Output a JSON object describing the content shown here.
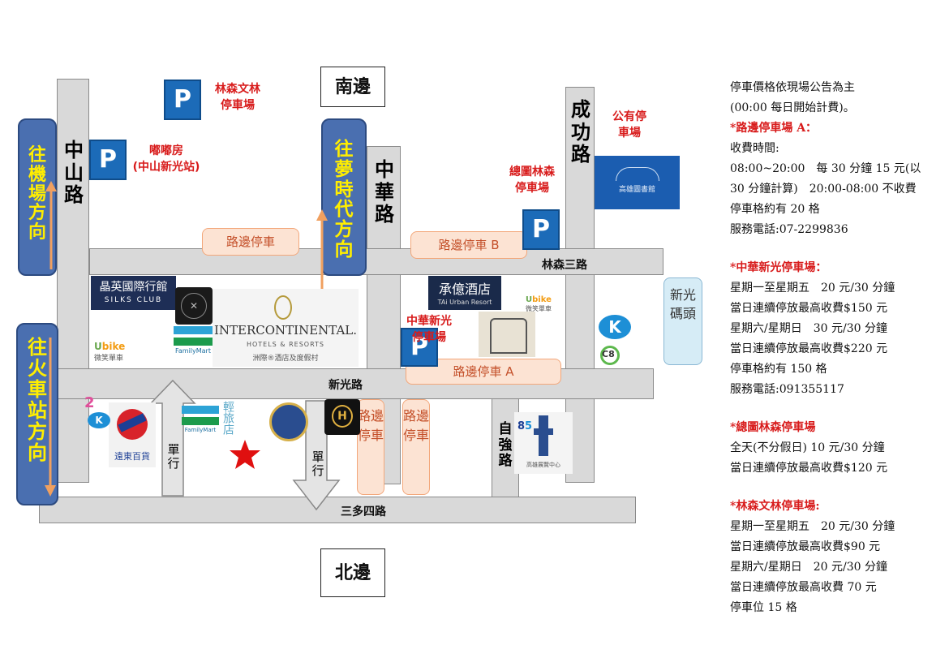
{
  "compass": {
    "south": "南邊",
    "north": "北邊"
  },
  "roads": {
    "zhongshan": "中山路",
    "zhonghua": "中華路",
    "chenggong": "成功路",
    "zigiang": "自強路",
    "linsen3": "林森三路",
    "xinguang": "新光路",
    "sanduo4": "三多四路"
  },
  "directions": {
    "airport": "往機場方向",
    "station": "往火車站方向",
    "dream_mall": "往夢時代方向"
  },
  "street_parking": {
    "top_left": "路邊停車",
    "b": "路邊停車 B",
    "a": "路邊停車 A",
    "vertical_1": "路邊停車",
    "vertical_2": "路邊停車"
  },
  "one_way": {
    "left": "單行",
    "right": "單行"
  },
  "parking_lots": {
    "linsen_wenlin": [
      "林森文林",
      "停車場"
    ],
    "dudufang": [
      "嘟嘟房",
      "(中山新光站)"
    ],
    "zongtu_linsen": [
      "總圖林森",
      "停車場"
    ],
    "public": [
      "公有停",
      "車場"
    ],
    "zhonghua_xinguang": [
      "中華新光",
      "停車場"
    ]
  },
  "pier": "新光碼頭",
  "landmarks": {
    "silks_top": "晶英國際行館",
    "silks_bottom": "SILKS CLUB",
    "intercon_main": "INTERCONTINENTAL.",
    "intercon_sub": "HOTELS & RESORTS",
    "intercon_cn": "洲際®酒店及度假村",
    "familymart": "FamilyMart",
    "familymart2": "FamilyMart",
    "ubike": "微笑單車",
    "ubike2": "微笑單車",
    "tai_cn": "承億酒店",
    "tai_en": "TAi Urban Resort",
    "fareast": "遠東百貨",
    "light_hotel": "輕旅店",
    "library": "高雄圖書館",
    "k_line": "C8",
    "tower_sub": "高雄展覽中心"
  },
  "info": {
    "general": [
      "停車價格依現場公告為主",
      "(00:00 每日開始計費)。"
    ],
    "a_title": "*路邊停車場 A：",
    "a_lines": [
      "收費時間:",
      "08:00~20:00　每 30 分鐘 15 元(以",
      "30 分鐘計算)　20:00-08:00 不收費",
      "停車格約有 20 格",
      "服務電話:07-2299836"
    ],
    "zhonghua_title": "*中華新光停車場：",
    "zhonghua_lines": [
      "星期一至星期五　20 元/30 分鐘",
      "當日連續停放最高收費$150 元",
      "星期六/星期日　30 元/30 分鐘",
      "當日連續停放最高收費$220 元",
      "停車格約有 150 格",
      "服務電話:091355117"
    ],
    "zongtu_title": "*總圖林森停車場",
    "zongtu_lines": [
      "全天(不分假日) 10 元/30 分鐘",
      "當日連續停放最高收費$120 元"
    ],
    "wenlin_title": "*林森文林停車場:",
    "wenlin_lines": [
      "星期一至星期五　20 元/30 分鐘",
      "當日連續停放最高收費$90 元",
      "星期六/星期日　20 元/30 分鐘",
      "當日連續停放最高收費 70 元",
      "停車位 15 格"
    ]
  },
  "colors": {
    "road": "#d9d9d9",
    "direction_box": "#4a6fb0",
    "direction_text": "#ffee00",
    "parking_red": "#d81b1b",
    "p_sign": "#1c6bb8",
    "street_parking": "#fce3d3",
    "arrow": "#f0a060"
  }
}
